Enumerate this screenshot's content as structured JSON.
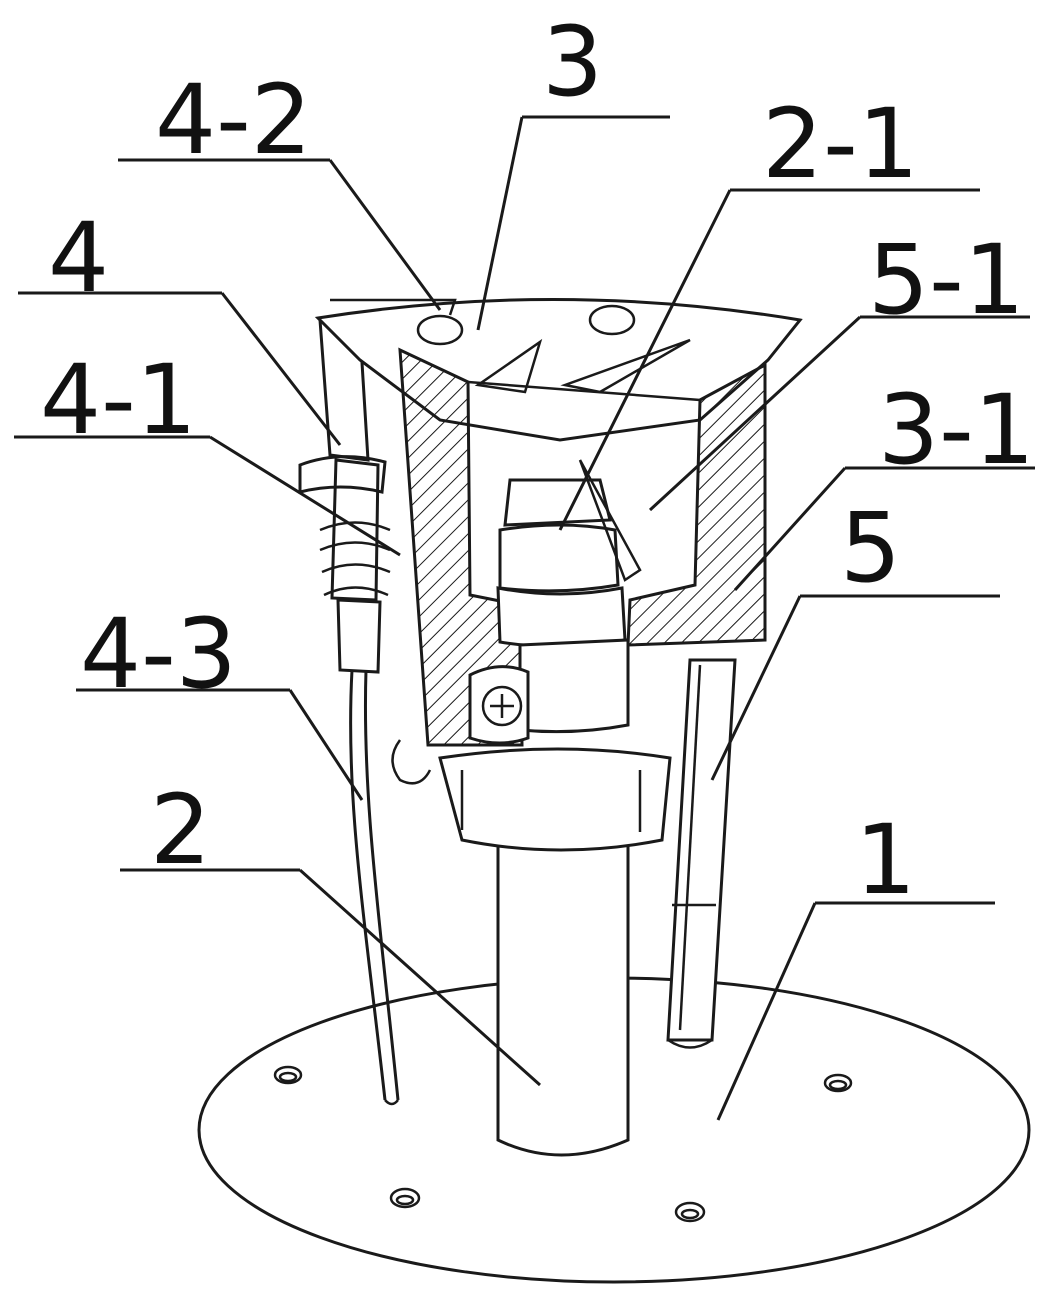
{
  "labels": {
    "l3": "3",
    "l4_2": "4-2",
    "l2_1": "2-1",
    "l4": "4",
    "l5_1": "5-1",
    "l4_1": "4-1",
    "l3_1": "3-1",
    "l5": "5",
    "l4_3": "4-3",
    "l2": "2",
    "l1": "1"
  },
  "colors": {
    "ink": "#1a1a1a",
    "paper": "#ffffff"
  }
}
